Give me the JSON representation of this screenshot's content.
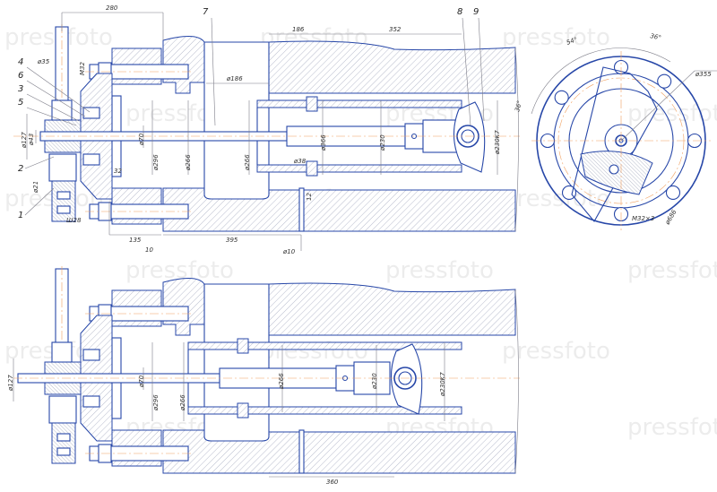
{
  "watermark": "pressfoto",
  "colors": {
    "line": "#2747a8",
    "centerline": "#f0a060",
    "dimension": "#7d7d88"
  },
  "top_view": {
    "part_numbers": [
      "1",
      "2",
      "3",
      "4",
      "5",
      "6",
      "7",
      "8",
      "9"
    ],
    "dims": {
      "d280": "280",
      "d186": "186",
      "d352": "352",
      "phi35": "ø35",
      "m32": "M32",
      "phi127": "ø127",
      "phi43": "ø43",
      "phi21": "ø21",
      "sh28": "Ш28",
      "d32": "32",
      "phi70": "ø70",
      "phi296": "ø296",
      "phi266a": "ø266",
      "phi266b": "ø266",
      "phi186": "ø186",
      "phi366": "ø366",
      "phi230": "ø230",
      "phi230k7": "ø230K7",
      "phi38": "ø38",
      "d12": "12",
      "d135": "135",
      "d10": "10",
      "d395": "395",
      "phi10": "ø10"
    }
  },
  "end_view": {
    "dims": {
      "a54": "54°",
      "a36": "36°",
      "a36b": "36°",
      "phi355": "ø355",
      "m32x3": "M32×3",
      "phi686": "ø686"
    }
  },
  "bottom_view": {
    "dims": {
      "phi127": "ø127",
      "phi70": "ø70",
      "phi296": "ø296",
      "phi266a": "ø266",
      "phi266b": "ø266",
      "phi230": "ø230",
      "phi230k7": "ø230K7",
      "d360": "360"
    }
  }
}
